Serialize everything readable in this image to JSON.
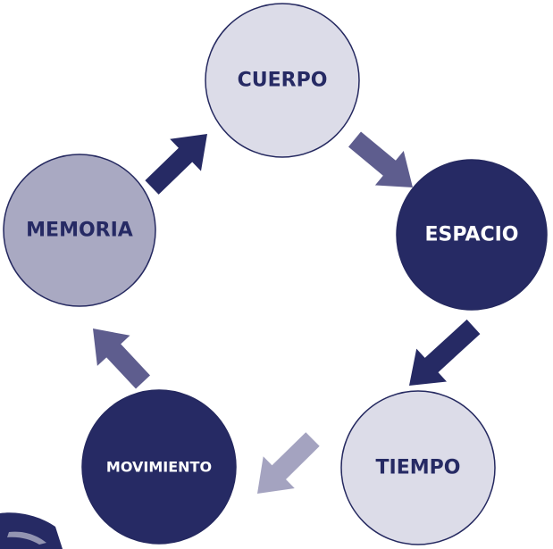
{
  "diagram": {
    "colors": {
      "navy": "#262a64",
      "navy_stroke": "#252960",
      "lavender_light": "#dcdce8",
      "lavender_mid": "#a9a9c2",
      "arrow_mid": "#5e5d8e",
      "arrow_light": "#a4a3c0",
      "brush": "#262a64"
    },
    "nodes": [
      {
        "id": "cuerpo",
        "label": "CUERPO",
        "fill": "#dcdce8",
        "text_color": "#262a64"
      },
      {
        "id": "espacio",
        "label": "ESPACIO",
        "fill": "#262a64",
        "text_color": "#ffffff"
      },
      {
        "id": "tiempo",
        "label": "TIEMPO",
        "fill": "#dcdce8",
        "text_color": "#262a64"
      },
      {
        "id": "movimiento",
        "label": "MOVIMIENTO",
        "fill": "#262a64",
        "text_color": "#ffffff"
      },
      {
        "id": "memoria",
        "label": "MEMORIA",
        "fill": "#a9a9c2",
        "text_color": "#262a64"
      }
    ],
    "arrows": [
      {
        "from": "cuerpo",
        "to": "espacio",
        "color": "#5e5d8e"
      },
      {
        "from": "espacio",
        "to": "tiempo",
        "color": "#262a64"
      },
      {
        "from": "tiempo",
        "to": "movimiento",
        "color": "#a4a3c0"
      },
      {
        "from": "movimiento",
        "to": "memoria",
        "color": "#5e5d8e"
      },
      {
        "from": "memoria",
        "to": "cuerpo",
        "color": "#262a64"
      }
    ]
  }
}
